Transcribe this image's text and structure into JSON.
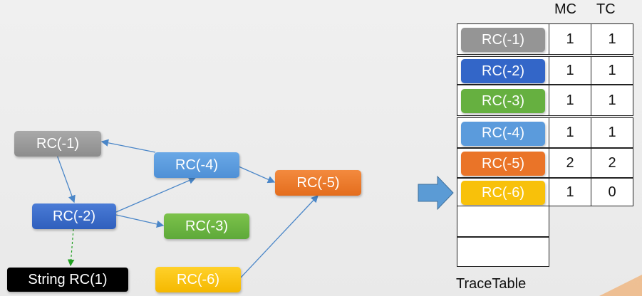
{
  "graph": {
    "nodes": {
      "n1": "RC(-1)",
      "n2": "RC(-2)",
      "n3": "RC(-3)",
      "n4": "RC(-4)",
      "n5": "RC(-5)",
      "n6": "RC(-6)",
      "str": "String RC(1)"
    }
  },
  "table": {
    "headers": {
      "mc": "MC",
      "tc": "TC"
    },
    "rows": [
      {
        "name": "RC(-1)",
        "mc": "1",
        "tc": "1",
        "color": "#959595"
      },
      {
        "name": "RC(-2)",
        "mc": "1",
        "tc": "1",
        "color": "#3366c8"
      },
      {
        "name": "RC(-3)",
        "mc": "1",
        "tc": "1",
        "color": "#66b040"
      },
      {
        "name": "RC(-4)",
        "mc": "1",
        "tc": "1",
        "color": "#5b9bdc"
      },
      {
        "name": "RC(-5)",
        "mc": "2",
        "tc": "2",
        "color": "#ea7428"
      },
      {
        "name": "RC(-6)",
        "mc": "1",
        "tc": "0",
        "color": "#f8c10a"
      }
    ],
    "caption": "TraceTable"
  },
  "colors": {
    "edge": "#4a86c8",
    "dashed_edge": "#22a022",
    "arrow_fill": "#5b9bd5"
  }
}
